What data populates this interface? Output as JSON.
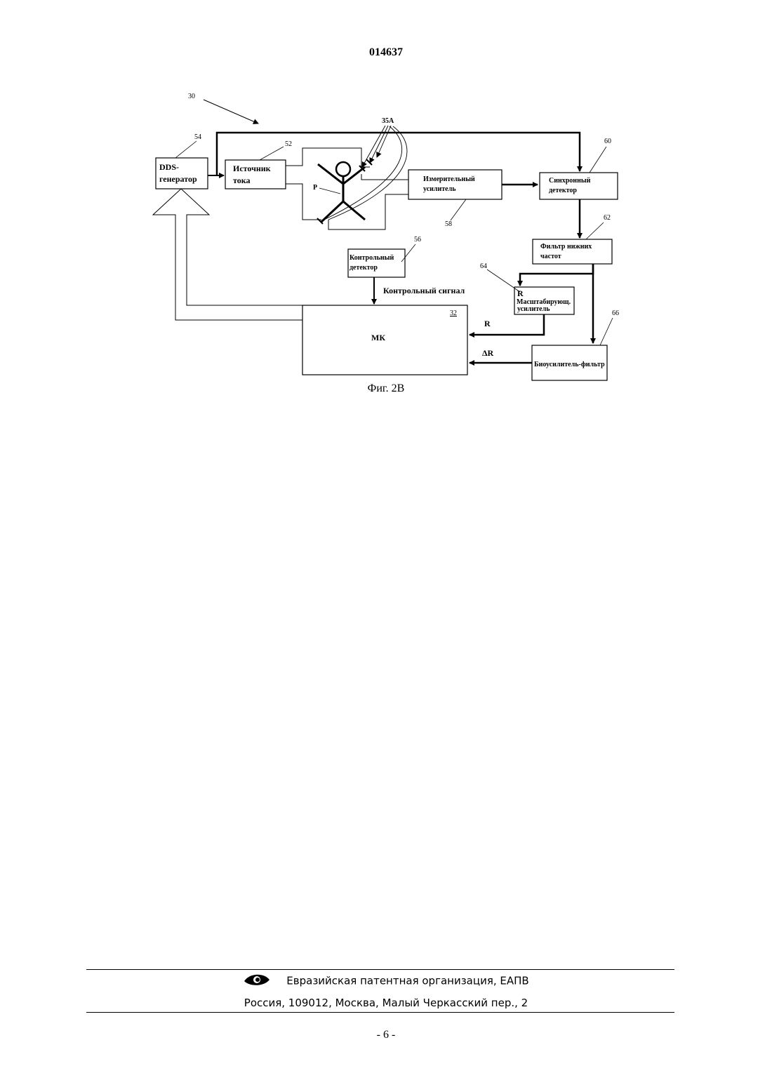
{
  "header": {
    "doc_number": "014637"
  },
  "figure": {
    "caption": "Фиг. 2В",
    "refs": {
      "r30": "30",
      "r35a": "35A",
      "r54": "54",
      "r52": "52",
      "r60": "60",
      "r62": "62",
      "r58": "58",
      "r56": "56",
      "r64": "64",
      "r66": "66",
      "r32": "32",
      "rp": "P"
    },
    "blocks": {
      "dds_line1": "DDS-",
      "dds_line2": "генератор",
      "source_line1": "Источник",
      "source_line2": "тока",
      "meas_line1": "Измерительный",
      "meas_line2": "усилитель",
      "sync_line1": "Синхронный",
      "sync_line2": "детектор",
      "lpf_line1": "Фильтр нижних",
      "lpf_line2": "частот",
      "ctrl_line1": "Контрольный",
      "ctrl_line2": "детектор",
      "scale_r": "R",
      "scale_line1": "Масштабирующ.",
      "scale_line2": "усилитель",
      "mk": "МК",
      "bio": "Биоусилитель-фильтр"
    },
    "signals": {
      "control_signal": "Контрольный сигнал",
      "r": "R",
      "delta_r": "ΔR"
    }
  },
  "footer": {
    "org": "Евразийская патентная организация, ЕАПВ",
    "address": "Россия, 109012, Москва, Малый Черкасский пер., 2",
    "page": "- 6 -"
  }
}
